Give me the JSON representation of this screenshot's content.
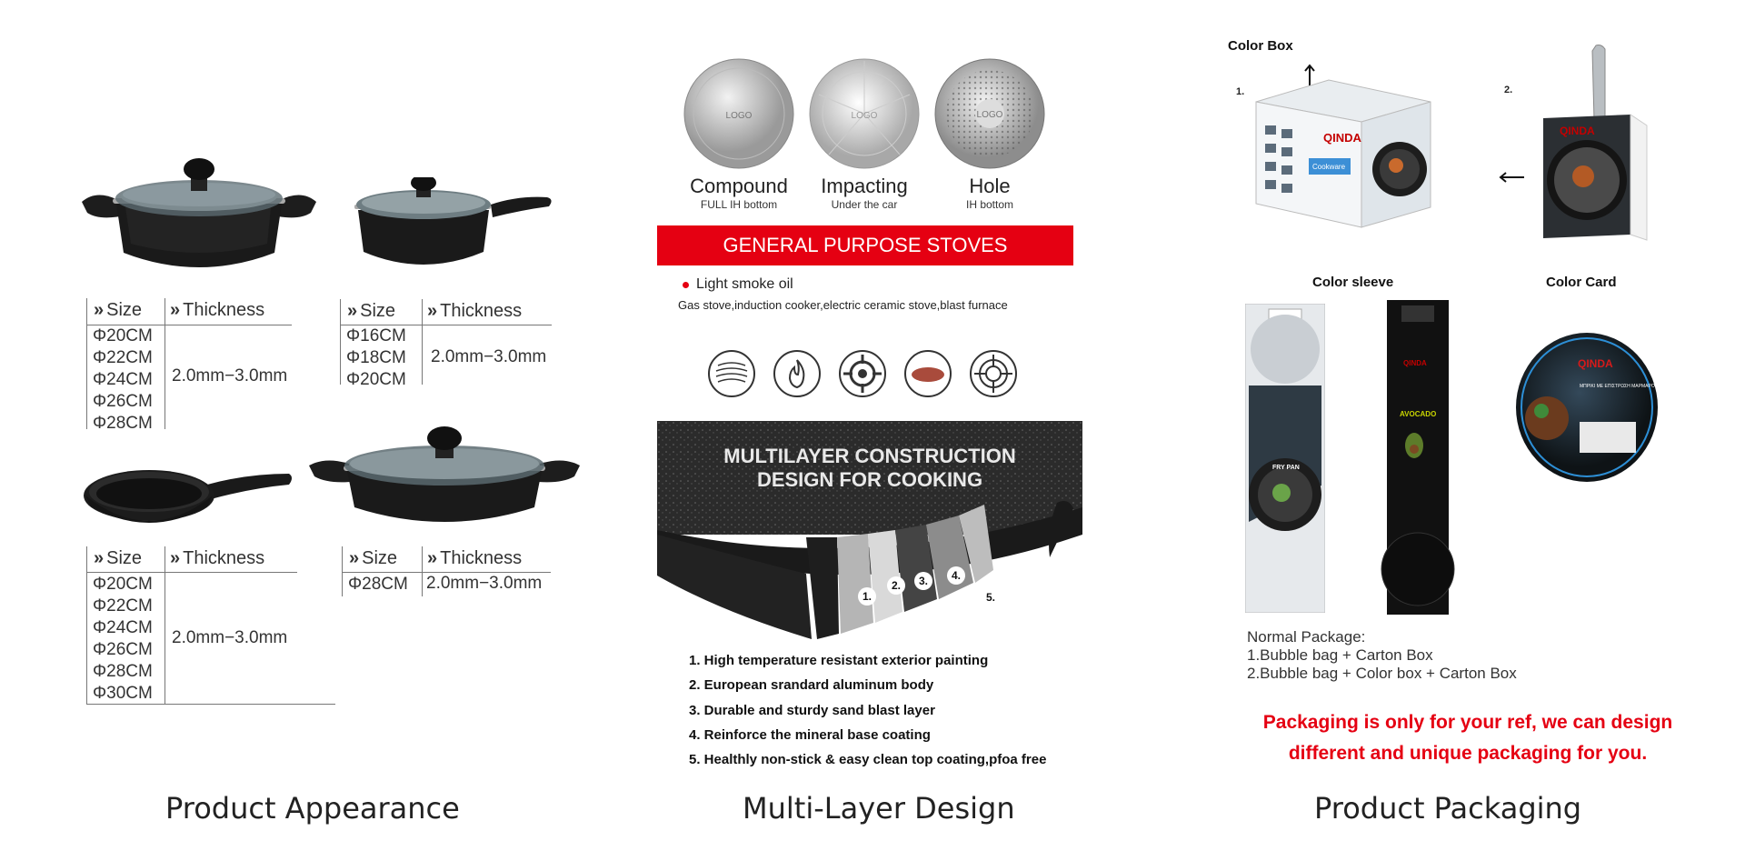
{
  "appearance": {
    "caption": "Product Appearance",
    "tables": [
      {
        "size_header": "Size",
        "thickness_header": "Thickness",
        "sizes": [
          "Φ20CM",
          "Φ22CM",
          "Φ24CM",
          "Φ26CM",
          "Φ28CM"
        ],
        "thickness": "2.0mm−3.0mm"
      },
      {
        "size_header": "Size",
        "thickness_header": "Thickness",
        "sizes": [
          "Φ16CM",
          "Φ18CM",
          "Φ20CM"
        ],
        "thickness": "2.0mm−3.0mm"
      },
      {
        "size_header": "Size",
        "thickness_header": "Thickness",
        "sizes": [
          "Φ20CM",
          "Φ22CM",
          "Φ24CM",
          "Φ26CM",
          "Φ28CM",
          "Φ30CM"
        ],
        "thickness": "2.0mm−3.0mm"
      },
      {
        "size_header": "Size",
        "thickness_header": "Thickness",
        "sizes": [
          "Φ28CM"
        ],
        "thickness": "2.0mm−3.0mm"
      }
    ]
  },
  "multilayer": {
    "caption": "Multi-Layer Design",
    "discs": [
      {
        "label": "Compound",
        "sub": "FULL IH bottom",
        "logo": "LOGO"
      },
      {
        "label": "Impacting",
        "sub": "Under the car",
        "logo": "LOGO"
      },
      {
        "label": "Hole",
        "sub": "IH bottom",
        "logo": "LOGO"
      }
    ],
    "banner": "GENERAL PURPOSE STOVES",
    "bullet": "Light smoke oil",
    "stoves": "Gas stove,induction cooker,electric ceramic stove,blast furnace",
    "stove_icons": [
      "induction-coil-icon",
      "flame-icon",
      "gas-burner-icon",
      "ceramic-plate-icon",
      "electric-hob-icon"
    ],
    "panel_title_1": "MULTILAYER CONSTRUCTION",
    "panel_title_2": "DESIGN FOR COOKING",
    "layer_markers": [
      "1.",
      "2.",
      "3.",
      "4.",
      "5."
    ],
    "layers": [
      "1. High temperature resistant exterior painting",
      "2. European srandard aluminum body",
      "3. Durable and sturdy sand blast layer",
      "4. Reinforce the mineral base coating",
      "5. Healthly non-stick & easy clean top coating,pfoa free"
    ]
  },
  "packaging": {
    "caption": "Product Packaging",
    "color_box": "Color Box",
    "color_sleeve": "Color sleeve",
    "color_card": "Color Card",
    "marker_1": "1.",
    "marker_2": "2.",
    "brand": "QINDA",
    "box_side_text": "Cookware",
    "card_text": "ΜΠΡΙΚΙ ΜΕ ΕΠΙΣΤΡΩΣΗ ΜΑΡΜΑΡΟ",
    "sleeve_text_1": "FRY PAN",
    "sleeve_text_2": "AVOCADO",
    "normal_title": "Normal Package:",
    "normal_1": "1.Bubble bag + Carton Box",
    "normal_2": "2.Bubble bag + Color box + Carton Box",
    "note_1": "Packaging is only for your ref, we can design",
    "note_2": "different and unique packaging for you."
  }
}
